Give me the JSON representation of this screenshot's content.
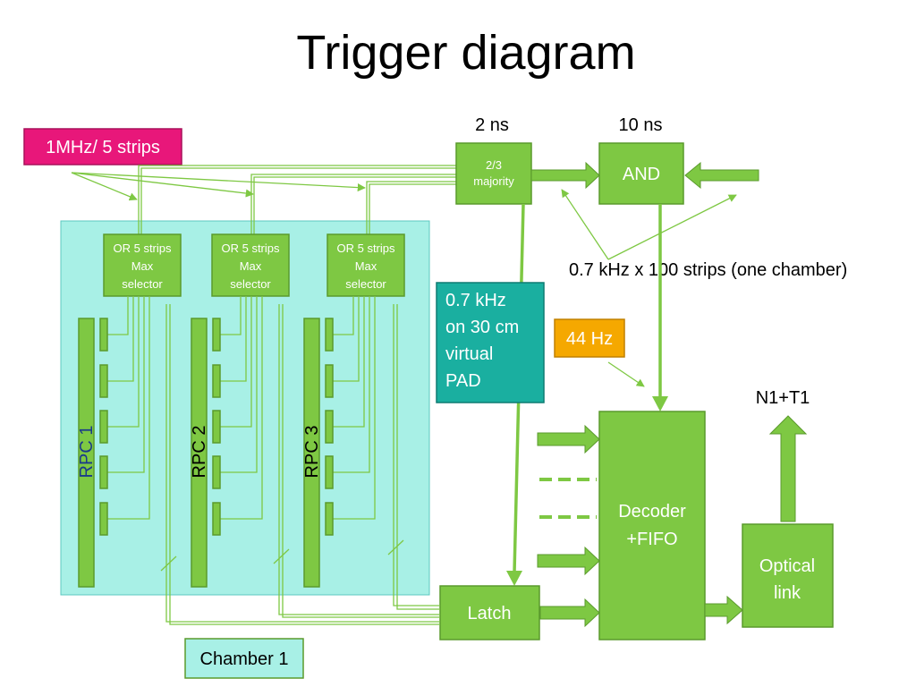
{
  "title": "Trigger diagram",
  "labels": {
    "rate_input": "1MHz/ 5 strips",
    "time_majority": "2 ns",
    "time_and": "10 ns",
    "majority_line1": "2/3",
    "majority_line2": "majority",
    "and": "AND",
    "rate_chamber": "0.7 kHz x 100 strips (one chamber)",
    "pad_lines": [
      "0.7 kHz",
      "on 30 cm",
      "virtual",
      "PAD"
    ],
    "rate_44": "44 Hz",
    "n1t1": "N1+T1",
    "decoder_line1": "Decoder",
    "decoder_line2": "+FIFO",
    "optical_line1": "Optical",
    "optical_line2": "link",
    "latch": "Latch",
    "chamber": "Chamber 1"
  },
  "or_boxes": [
    {
      "line1": "OR 5 strips",
      "line2": "Max",
      "line3": "selector"
    },
    {
      "line1": "OR 5 strips",
      "line2": "Max",
      "line3": "selector"
    },
    {
      "line1": "OR 5 strips",
      "line2": "Max",
      "line3": "selector"
    }
  ],
  "rpcs": [
    "RPC 1",
    "RPC 2",
    "RPC 3"
  ],
  "colors": {
    "green": "#7ec843",
    "green_border": "#5a9a2c",
    "chamber_bg": "#a8f0e6",
    "pad_bg": "#1aafa0",
    "rate_bg": "#e8177a",
    "amber": "#f5a800"
  }
}
